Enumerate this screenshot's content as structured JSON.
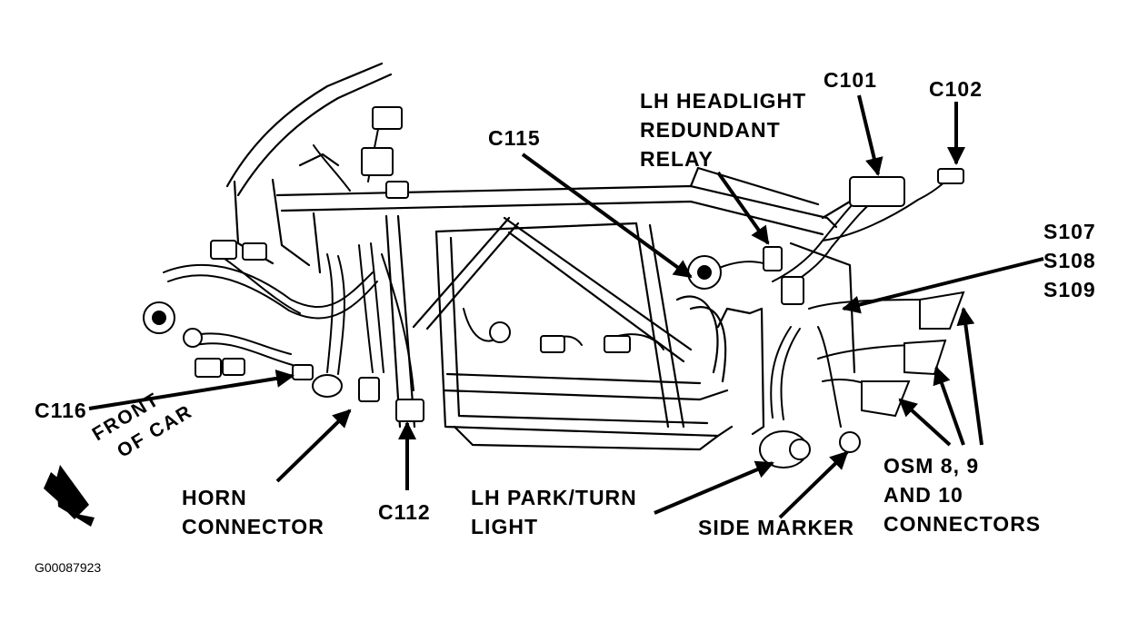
{
  "labels": {
    "c101": "C101",
    "c102": "C102",
    "c115": "C115",
    "c116": "C116",
    "c112": "C112",
    "lh_headlight": [
      "LH HEADLIGHT",
      "REDUNDANT",
      "RELAY"
    ],
    "s_splices": [
      "S107",
      "S108",
      "S109"
    ],
    "horn": [
      "HORN",
      "CONNECTOR"
    ],
    "lh_park": [
      "LH PARK/TURN",
      "LIGHT"
    ],
    "side_marker": "SIDE MARKER",
    "osm": [
      "OSM 8, 9",
      "AND 10",
      "CONNECTORS"
    ],
    "front": [
      "FRONT",
      "OF CAR"
    ]
  },
  "figure_id": "G00087923",
  "colors": {
    "ink": "#000000",
    "paper": "#ffffff"
  }
}
